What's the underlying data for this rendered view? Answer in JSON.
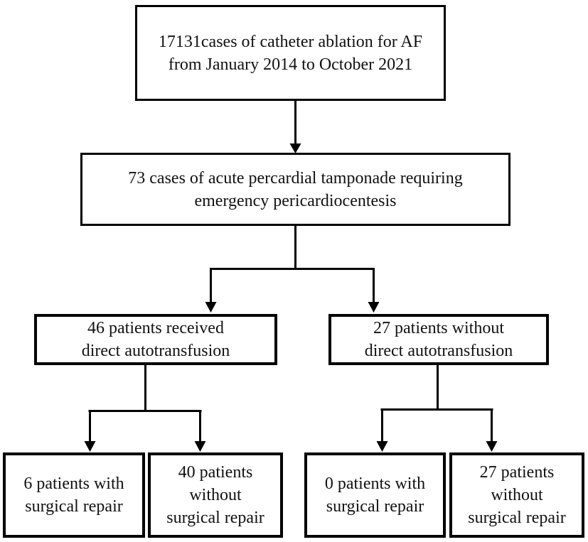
{
  "figure": {
    "type": "flowchart",
    "background_color": "#ffffff",
    "line_color": "#000000",
    "text_color": "#111111"
  },
  "nodes": {
    "ablation_cases": {
      "text": "17131cases of catheter ablation for AF\nfrom January 2014 to October 2021"
    },
    "tamponade": {
      "text": "73 cases of acute percardial tamponade requiring\nemergency pericardiocentesis"
    },
    "received_autotransfusion": {
      "text": "46 patients received\ndirect autotransfusion"
    },
    "without_autotransfusion": {
      "text": "27 patients without\ndirect autotransfusion"
    },
    "dat_with_repair": {
      "text": "6 patients with\nsurgical repair"
    },
    "dat_without_repair": {
      "text": "40 patients\nwithout\nsurgical repair"
    },
    "nodat_with_repair": {
      "text": "0 patients with\nsurgical repair"
    },
    "nodat_without_repair": {
      "text": "27 patients\nwithout\nsurgical repair"
    }
  }
}
